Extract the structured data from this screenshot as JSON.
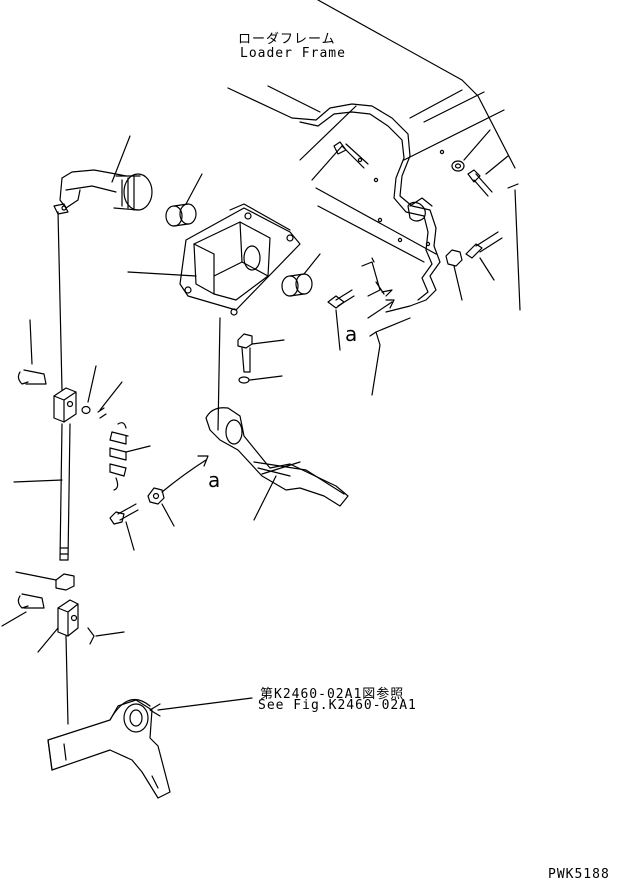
{
  "frame_label": {
    "japanese": "ローダフレーム",
    "english": "Loader Frame"
  },
  "reference": {
    "japanese": "第K2460-02A1図参照",
    "english": "See Fig.K2460-02A1"
  },
  "markers": {
    "upper": "a",
    "lower": "a"
  },
  "drawing_number": "PWK5188"
}
